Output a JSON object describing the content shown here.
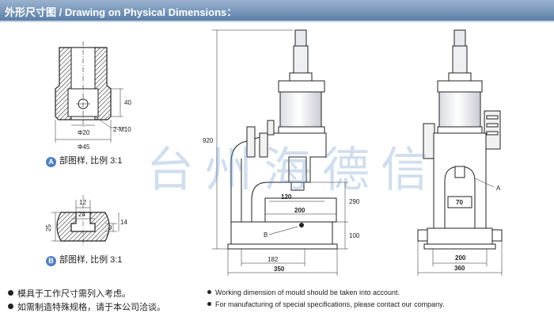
{
  "header": {
    "title": "外形尺寸图 / Drawing on Physical Dimensions："
  },
  "detail_a": {
    "badge": "A",
    "caption": "部图样, 比例 3:1",
    "dims": {
      "height": "40",
      "bore": "Φ20",
      "thread": "2-M10",
      "outer": "Φ45"
    }
  },
  "detail_b": {
    "badge": "B",
    "caption": "部图样, 比例 3:1",
    "dims": {
      "top": "12",
      "inner": "24",
      "h_left": "25",
      "h_right_1": "9",
      "h_right_2": "14"
    }
  },
  "side_view": {
    "dims": {
      "total_height": "920",
      "opening": "290",
      "table_height": "100",
      "w120": "120",
      "w200": "200",
      "w182": "182",
      "w350": "350"
    },
    "label_b": "B"
  },
  "front_view": {
    "dims": {
      "w70": "70",
      "w200": "200",
      "w360": "360"
    },
    "label_a": "A"
  },
  "watermark": "台州海德信",
  "notes_cn": [
    "模具于工作尺寸需列入考虑。",
    "如需制造特殊规格，请于本公司洽谈。"
  ],
  "notes_en": [
    "Working dimension of mould should be taken into account.",
    "For manufacturing of special specifications, please contact our company."
  ]
}
